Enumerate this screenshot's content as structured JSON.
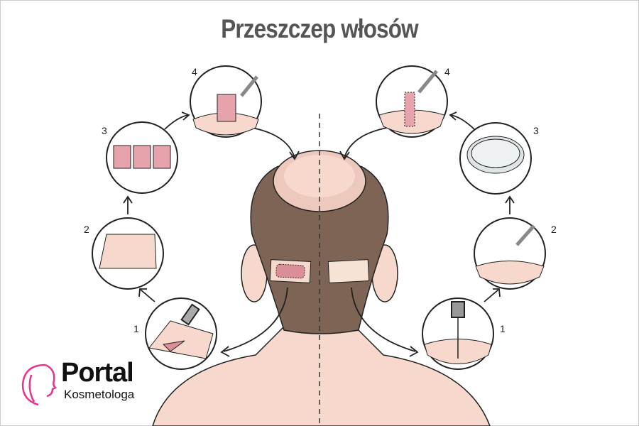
{
  "title": "Przeszczep włosów",
  "left_steps": [
    "1",
    "2",
    "3",
    "4"
  ],
  "right_steps": [
    "1",
    "2",
    "3",
    "4"
  ],
  "logo": {
    "main": "Portal",
    "sub": "Kosmetologa",
    "accent": "#e8338f"
  },
  "colors": {
    "hair": "#7d6455",
    "skin": "#f6d9cc",
    "graft": "#d98e98",
    "title": "#555555"
  }
}
